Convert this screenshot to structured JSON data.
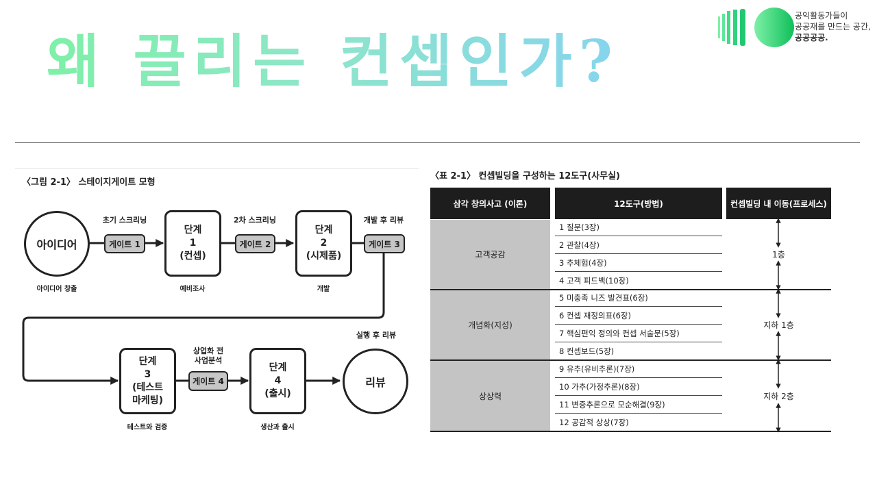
{
  "headline": "왜 끌리는 컨셉인가?",
  "logo": {
    "line1": "공익활동가들이",
    "line2": "공공재를 만드는 공간,",
    "line3": "공공공공."
  },
  "figure": {
    "title": "〈그림 2-1〉 스테이지게이트 모형",
    "idea": "아이디어",
    "idea_caption": "아이디어 창출",
    "screen1": "초기 스크리닝",
    "gate1": "게이트 1",
    "stage1": [
      "단계",
      "1",
      "(컨셉)"
    ],
    "stage1_caption": "예비조사",
    "screen2": "2차 스크리닝",
    "gate2": "게이트 2",
    "stage2": [
      "단계",
      "2",
      "(시제품)"
    ],
    "stage2_caption": "개발",
    "review_after_dev": "개발 후 리뷰",
    "gate3": "게이트 3",
    "stage3": [
      "단계",
      "3",
      "(테스트",
      "마케팅)"
    ],
    "stage3_caption": "테스트와 검증",
    "pre_commercial": [
      "상업화 전",
      "사업분석"
    ],
    "gate4": "게이트 4",
    "stage4": [
      "단계",
      "4",
      "(출시)"
    ],
    "stage4_caption": "생산과 출시",
    "review_after_exec": "실행 후 리뷰",
    "review": "리뷰"
  },
  "table": {
    "title": "〈표 2-1〉 컨셉빌딩을 구성하는 12도구(사무실)",
    "headers": [
      "삼각 창의사고 (이론)",
      "12도구(방법)",
      "컨셉빌딩 내 이동(프로세스)"
    ],
    "groups": [
      {
        "name": "고객공감",
        "floor": "1층",
        "tools": [
          "1 질문(3장)",
          "2 관찰(4장)",
          "3 추체험(4장)",
          "4 고객 피드백(10장)"
        ]
      },
      {
        "name": "개념화(지성)",
        "floor": "지하 1층",
        "tools": [
          "5 미충족 니즈 발견표(6장)",
          "6 컨셉 재정의표(6장)",
          "7 핵심편익 정의와 컨셉 서술문(5장)",
          "8 컨셉보드(5장)"
        ]
      },
      {
        "name": "상상력",
        "floor": "지하 2층",
        "tools": [
          "9 유추(유비추론)(7장)",
          "10 가추(가정추론)(8장)",
          "11 변증추론으로 모순해결(9장)",
          "12 공감적 상상(7장)"
        ]
      }
    ]
  }
}
